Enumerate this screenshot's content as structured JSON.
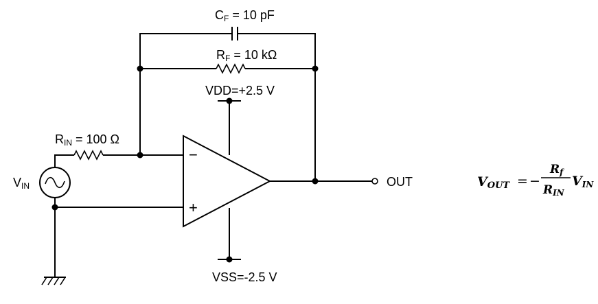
{
  "labels": {
    "cf": {
      "main": "C",
      "sub": "F",
      "value": " = 10 pF"
    },
    "rf": {
      "main": "R",
      "sub": "F",
      "value": " = 10 kΩ"
    },
    "rin": {
      "main": "R",
      "sub": "IN",
      "value": " = 100 Ω"
    },
    "vin": {
      "main": "V",
      "sub": "IN"
    },
    "vdd": "VDD=+2.5 V",
    "vss": "VSS=-2.5 V",
    "out": "OUT",
    "minus": "−",
    "plus": "+"
  },
  "equation": {
    "lhs_main": "V",
    "lhs_sub": "OUT",
    "equals": "=",
    "sign": "−",
    "num_main": "R",
    "num_sub": "f",
    "den_main": "R",
    "den_sub": "IN",
    "rhs_main": "V",
    "rhs_sub": "IN"
  }
}
